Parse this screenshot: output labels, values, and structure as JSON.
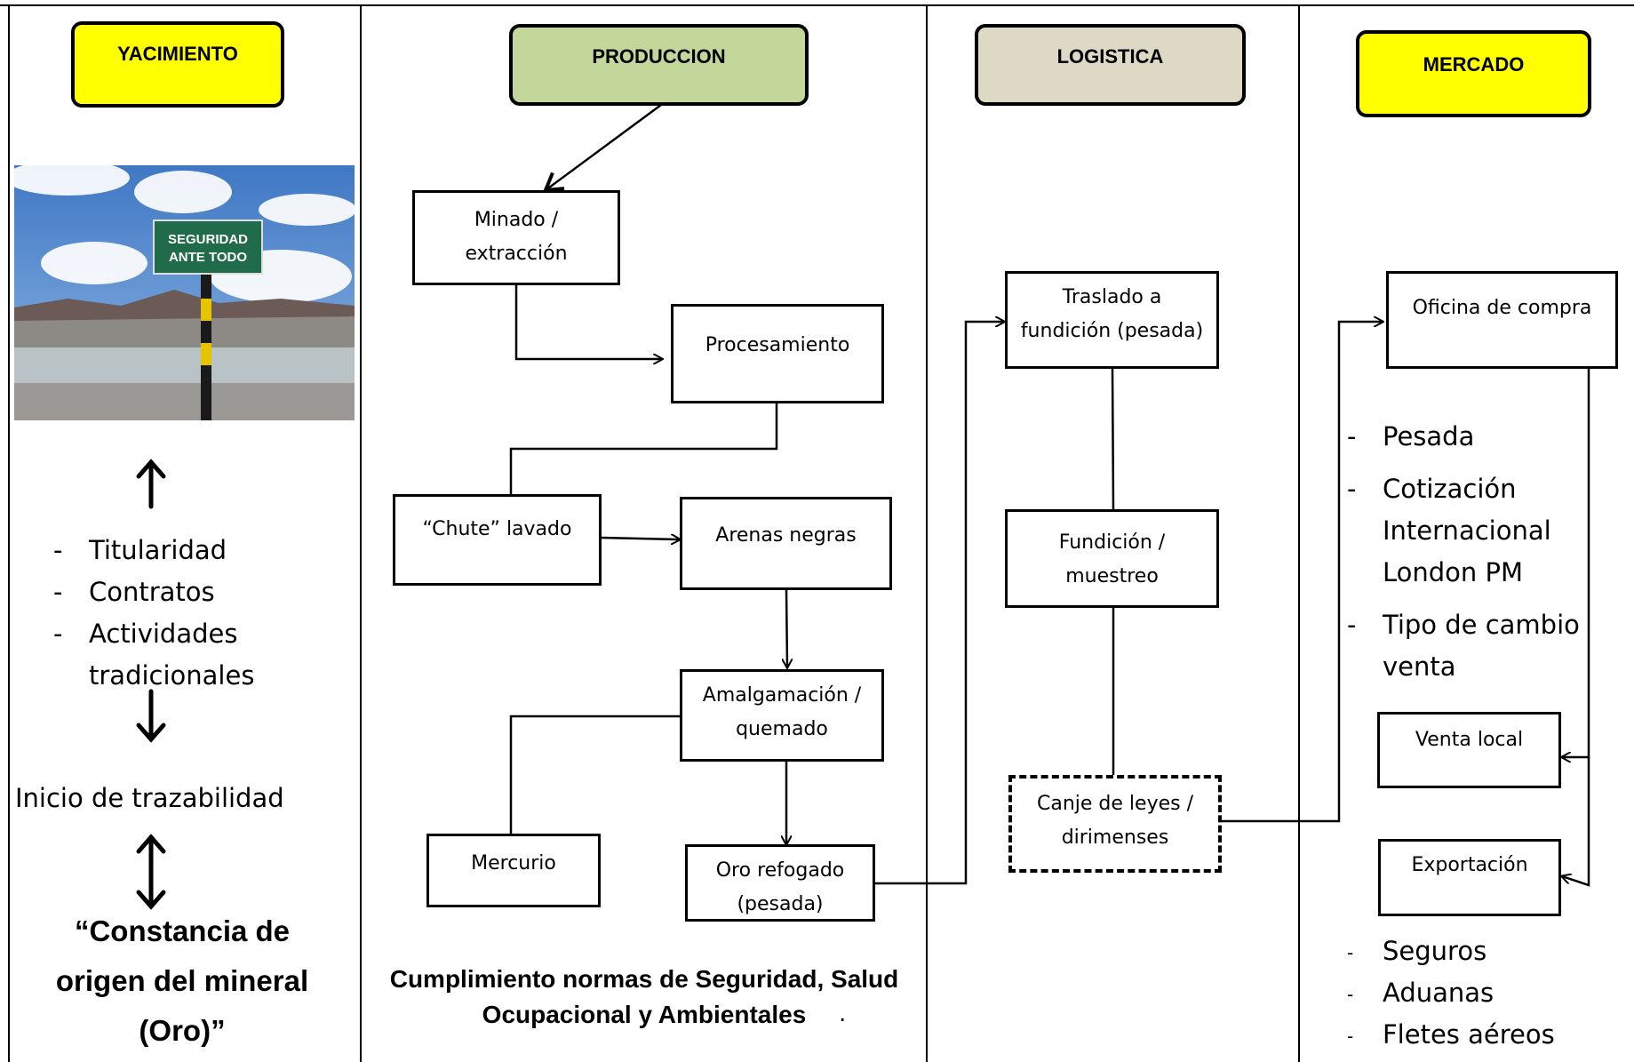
{
  "columns": {
    "yacimiento": {
      "title": "YACIMIENTO",
      "sign_text": "SEGURIDAD\nANTE TODO",
      "items": [
        "Titularidad",
        "Contratos",
        "Actividades tradicionales"
      ],
      "inicio": "Inicio de trazabilidad",
      "constancia": "“Constancia de origen del mineral (Oro)”",
      "color": "#ffff00"
    },
    "produccion": {
      "title": "PRODUCCION",
      "nodes": {
        "minado": "Minado /\nextracción",
        "procesamiento": "Procesamiento",
        "chute": "“Chute” lavado",
        "arenas": "Arenas negras",
        "amalgamacion": "Amalgamación  /\nquemado",
        "mercurio": "Mercurio",
        "oro": "Oro refogado\n(pesada)"
      },
      "footer": "Cumplimiento normas de Seguridad, Salud Ocupacional y Ambientales",
      "footer_dot": ".",
      "color": "#c4d79b"
    },
    "logistica": {
      "title": "LOGISTICA",
      "nodes": {
        "traslado": "Traslado a\nfundición (pesada)",
        "fundicion": "Fundición /\nmuestreo",
        "canje": "Canje de leyes /\ndirimenses"
      },
      "color": "#ddd9c4"
    },
    "mercado": {
      "title": "MERCADO",
      "nodes": {
        "oficina": "Oficina de compra",
        "venta": "Venta local",
        "exportacion": "Exportación"
      },
      "items": [
        "Pesada",
        "Cotización Internacional London PM",
        "Tipo de cambio venta"
      ],
      "costs": [
        "Seguros",
        "Aduanas",
        "Fletes aéreos"
      ],
      "color": "#ffff00"
    }
  }
}
